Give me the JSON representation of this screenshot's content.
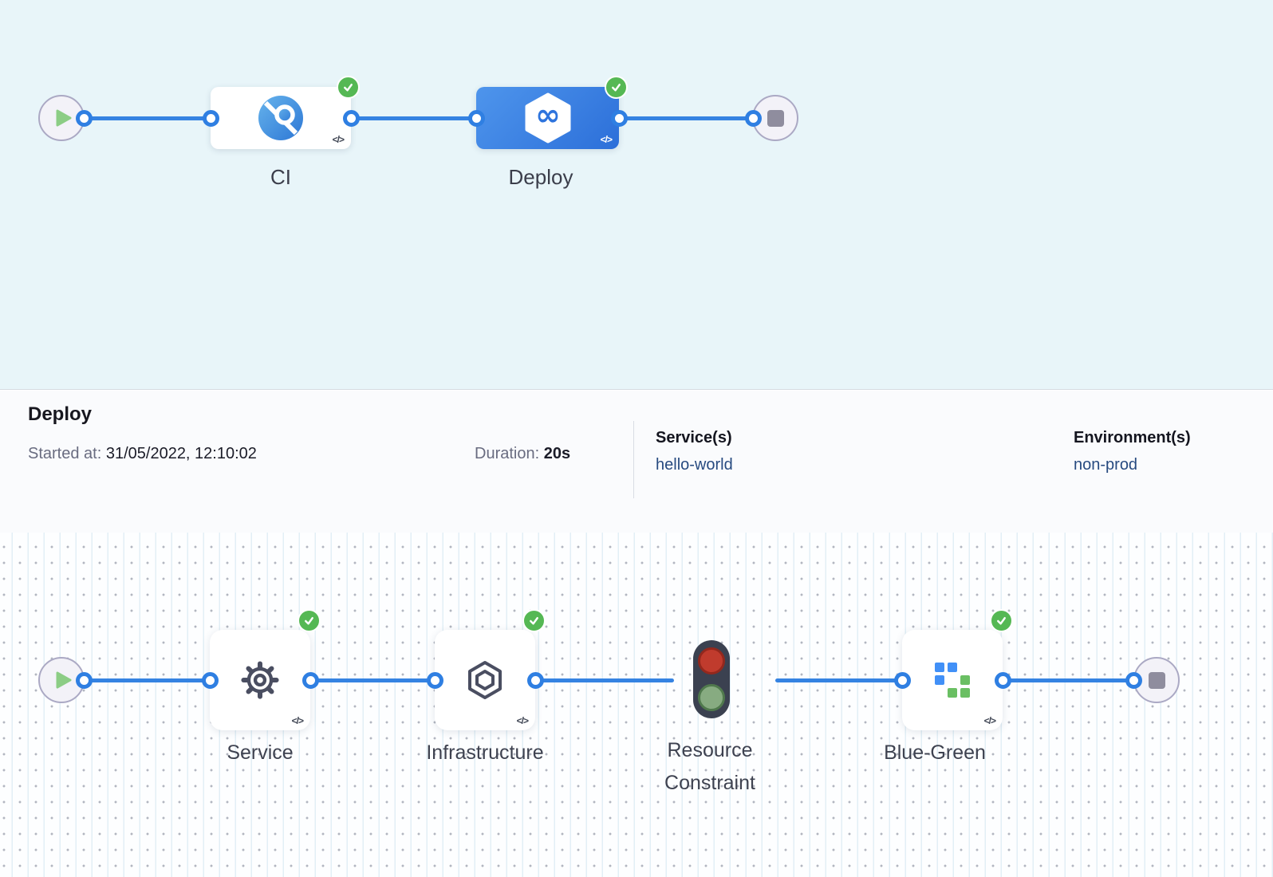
{
  "icons": {
    "code_badge": "</>"
  },
  "colors": {
    "accent_blue": "#2f7fe2",
    "success_green": "#55b854",
    "selected_stage_blue": "#2d6fd9",
    "link_navy": "#274a80",
    "canvas_cyan": "#e8f5f9"
  },
  "stage_graph": {
    "stages": [
      {
        "label": "CI",
        "status": "success"
      },
      {
        "label": "Deploy",
        "status": "success",
        "selected": true
      }
    ]
  },
  "details_panel": {
    "title": "Deploy",
    "started_label": "Started at:",
    "started_value": " 31/05/2022, 12:10:02",
    "duration_label": "Duration:",
    "duration_value": " 20s",
    "services_label": "Service(s)",
    "services_value": "hello-world",
    "environments_label": "Environment(s)",
    "environments_value": "non-prod"
  },
  "step_graph": {
    "steps": [
      {
        "label": "Service",
        "status": "success"
      },
      {
        "label": "Infrastructure",
        "status": "success"
      },
      {
        "label": "Resource Constraint"
      },
      {
        "label": "Blue-Green",
        "status": "success"
      }
    ]
  }
}
